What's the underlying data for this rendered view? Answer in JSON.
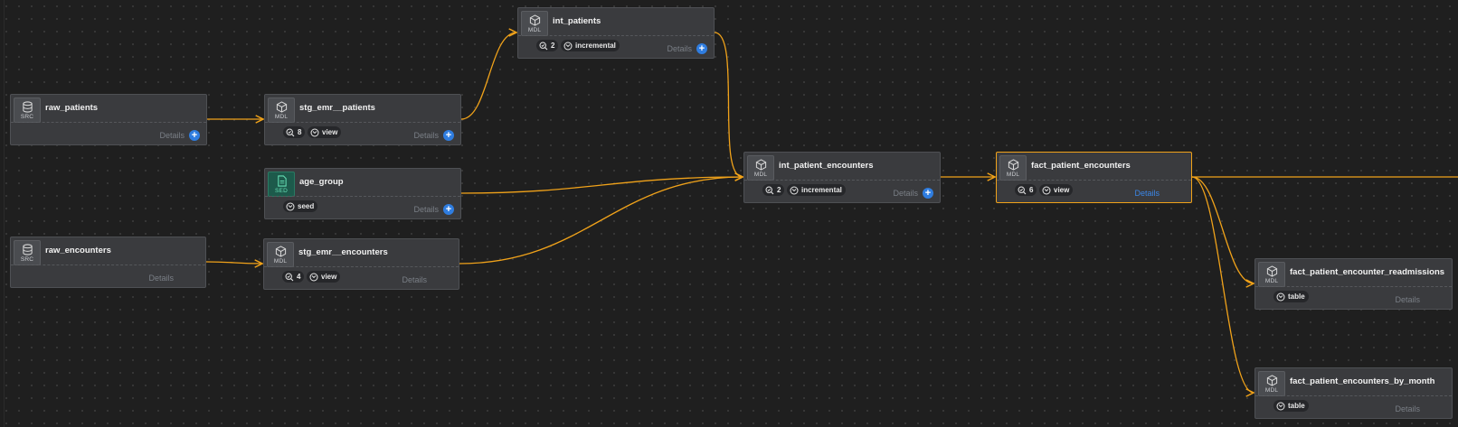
{
  "nodes": [
    {
      "id": "int_patients",
      "type_label": "MDL",
      "kind": "model",
      "name": "int_patients",
      "tests": "2",
      "materialization": "incremental",
      "details_label": "Details",
      "has_plus": true
    },
    {
      "id": "raw_patients",
      "type_label": "SRC",
      "kind": "source",
      "name": "raw_patients",
      "details_label": "Details",
      "has_plus": true
    },
    {
      "id": "stg_emr__patients",
      "type_label": "MDL",
      "kind": "model",
      "name": "stg_emr__patients",
      "tests": "8",
      "materialization": "view",
      "details_label": "Details",
      "has_plus": true
    },
    {
      "id": "age_group",
      "type_label": "SED",
      "kind": "seed",
      "name": "age_group",
      "materialization": "seed",
      "details_label": "Details",
      "has_plus": true
    },
    {
      "id": "raw_encounters",
      "type_label": "SRC",
      "kind": "source",
      "name": "raw_encounters",
      "details_label": "Details",
      "has_plus": false
    },
    {
      "id": "stg_emr__encounters",
      "type_label": "MDL",
      "kind": "model",
      "name": "stg_emr__encounters",
      "tests": "4",
      "materialization": "view",
      "details_label": "Details",
      "has_plus": false
    },
    {
      "id": "int_patient_encounters",
      "type_label": "MDL",
      "kind": "model",
      "name": "int_patient_encounters",
      "tests": "2",
      "materialization": "incremental",
      "details_label": "Details",
      "has_plus": true
    },
    {
      "id": "fact_patient_encounters",
      "type_label": "MDL",
      "kind": "model",
      "name": "fact_patient_encounters",
      "tests": "6",
      "materialization": "view",
      "details_label": "Details",
      "has_plus": false,
      "selected": true
    },
    {
      "id": "fact_patient_encounter_readmissions",
      "type_label": "MDL",
      "kind": "model",
      "name": "fact_patient_encounter_readmissions",
      "materialization": "table",
      "details_label": "Details",
      "has_plus": false
    },
    {
      "id": "fact_patient_encounters_by_month",
      "type_label": "MDL",
      "kind": "model",
      "name": "fact_patient_encounters_by_month",
      "materialization": "table",
      "details_label": "Details",
      "has_plus": false
    }
  ],
  "edges": [
    {
      "from": "raw_patients",
      "to": "stg_emr__patients"
    },
    {
      "from": "stg_emr__patients",
      "to": "int_patients"
    },
    {
      "from": "int_patients",
      "to": "int_patient_encounters"
    },
    {
      "from": "age_group",
      "to": "int_patient_encounters"
    },
    {
      "from": "raw_encounters",
      "to": "stg_emr__encounters"
    },
    {
      "from": "stg_emr__encounters",
      "to": "int_patient_encounters"
    },
    {
      "from": "int_patient_encounters",
      "to": "fact_patient_encounters"
    },
    {
      "from": "fact_patient_encounters",
      "to": "fact_patient_encounter_readmissions"
    },
    {
      "from": "fact_patient_encounters",
      "to": "fact_patient_encounters_by_month"
    },
    {
      "from": "fact_patient_encounters",
      "to": "offscreen-right"
    }
  ],
  "colors": {
    "edge": "#f0a21a",
    "selected_border": "#f0a21a",
    "accent": "#2f7de0",
    "seed": "#67e0b6"
  }
}
